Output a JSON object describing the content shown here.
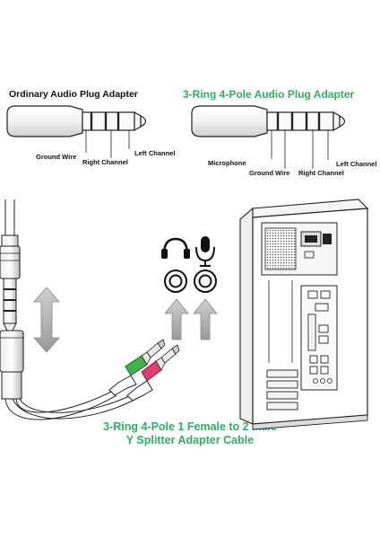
{
  "colors": {
    "accent_green": "#2fae63",
    "plug_green": "#3db34a",
    "plug_pink": "#e23d6f",
    "arrow_gray": "#b9b9b9",
    "line": "#222222"
  },
  "left_diagram": {
    "title": "Ordinary Audio Plug Adapter",
    "labels": [
      "Ground Wire",
      "Right Channel",
      "Left Channel"
    ]
  },
  "right_diagram": {
    "title": "3-Ring 4-Pole Audio Plug Adapter",
    "labels": [
      "Microphone",
      "Ground Wire",
      "Right Channel",
      "Left Channel"
    ]
  },
  "icons": [
    "headphones-icon",
    "microphone-icon"
  ],
  "caption": {
    "line1": "3-Ring 4-Pole 1 Female to 2 Male",
    "line2": "Y Splitter Adapter Cable"
  }
}
